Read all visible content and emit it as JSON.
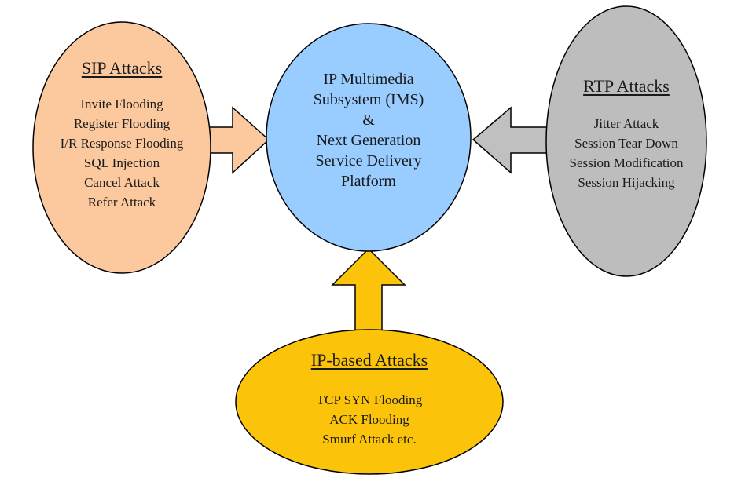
{
  "center": {
    "lines": [
      "IP Multimedia",
      "Subsystem (IMS)",
      "&",
      "Next Generation",
      "Service Delivery",
      "Platform"
    ],
    "fill": "#99ccff"
  },
  "sip": {
    "title": "SIP Attacks",
    "items": [
      "Invite Flooding",
      "Register Flooding",
      "I/R Response Flooding",
      "SQL Injection",
      "Cancel Attack",
      "Refer Attack"
    ],
    "fill": "#fcc99f",
    "arrow_fill": "#fcc99f"
  },
  "rtp": {
    "title": "RTP Attacks",
    "items": [
      "Jitter Attack",
      "Session Tear Down",
      "Session Modification",
      "Session Hijacking"
    ],
    "fill": "#bdbdbd",
    "arrow_fill": "#c0c0c0"
  },
  "ip": {
    "title": "IP-based Attacks",
    "items": [
      "TCP SYN Flooding",
      "ACK Flooding",
      "Smurf Attack etc."
    ],
    "fill": "#fcc30b",
    "arrow_fill": "#fcc30b"
  },
  "stroke": "#000000"
}
